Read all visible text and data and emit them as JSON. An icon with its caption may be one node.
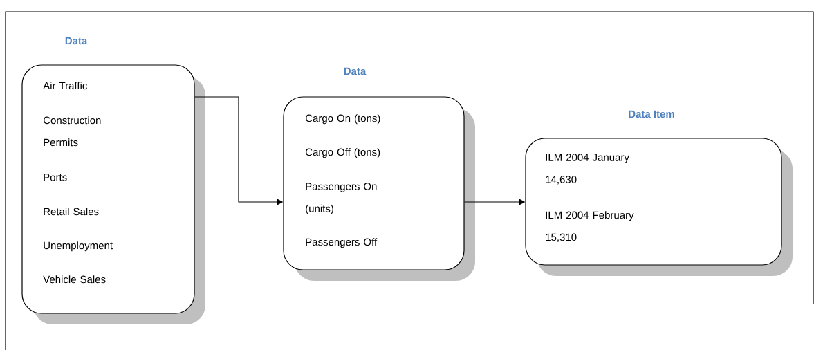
{
  "diagram": {
    "nodes": [
      {
        "text": [
          "Data",
          "Air Traffic",
          "Construction Permits",
          "Ports",
          "Retail Sales",
          "Unemployment",
          "Vehicle Sales"
        ]
      },
      {
        "text": [
          "Data",
          "Cargo On (tons)",
          "Cargo Off (tons)",
          "Passengers On (units)",
          "Passengers Off"
        ]
      },
      {
        "text": [
          "Data Item",
          "ILM 2004 January 14,630",
          "ILM 2004 February 15,310"
        ]
      }
    ],
    "edges": [
      {
        "from": 0,
        "to": 1,
        "arrow": "to"
      },
      {
        "from": 1,
        "to": 2,
        "arrow": "to"
      }
    ]
  }
}
